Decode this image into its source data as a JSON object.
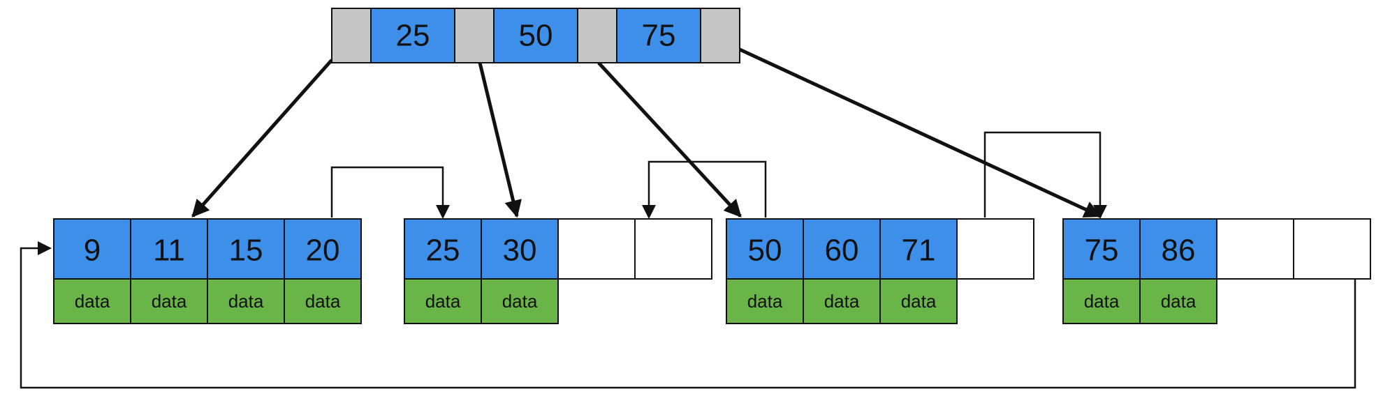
{
  "colors": {
    "key_cell": "#3d8fe9",
    "pointer_cell": "#c6c6c6",
    "data_cell": "#6ab547",
    "empty_cell": "#ffffff",
    "line": "#111111"
  },
  "root": {
    "keys": [
      "25",
      "50",
      "75"
    ]
  },
  "leaves": [
    {
      "keys": [
        "9",
        "11",
        "15",
        "20"
      ],
      "data": [
        "data",
        "data",
        "data",
        "data"
      ]
    },
    {
      "keys": [
        "25",
        "30",
        "",
        ""
      ],
      "data": [
        "data",
        "data"
      ]
    },
    {
      "keys": [
        "50",
        "60",
        "71",
        ""
      ],
      "data": [
        "data",
        "data",
        "data"
      ]
    },
    {
      "keys": [
        "75",
        "86",
        "",
        ""
      ],
      "data": [
        "data",
        "data"
      ]
    }
  ]
}
